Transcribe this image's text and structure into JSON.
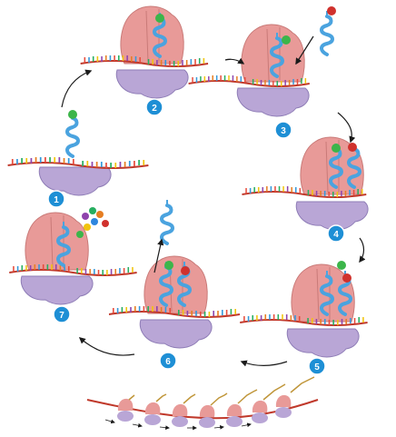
{
  "diagram": {
    "steps": [
      {
        "number": "1"
      },
      {
        "number": "2"
      },
      {
        "number": "3"
      },
      {
        "number": "4"
      },
      {
        "number": "5"
      },
      {
        "number": "6"
      },
      {
        "number": "7"
      }
    ],
    "colors": {
      "ribosome_large": "#e89a98",
      "ribosome_small": "#b9a6d6",
      "mrna": "#c0392b",
      "trna": "#4aa3df",
      "amino_acid_green": "#3cb54a",
      "amino_acid_red": "#d0312d",
      "badge": "#1e8fd5",
      "arrow": "#1a1a1a"
    },
    "icons": [
      "ribosome",
      "mrna-strand",
      "trna",
      "amino-acid",
      "cycle-arrow",
      "polyribosome"
    ]
  }
}
